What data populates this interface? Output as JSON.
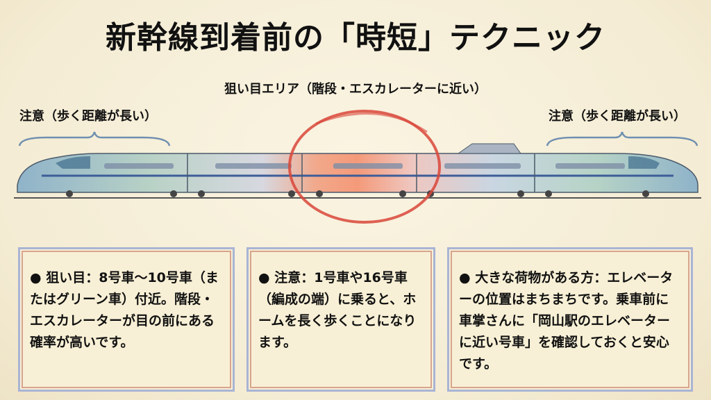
{
  "title": "新幹線到着前の「時短」テクニック",
  "diagram": {
    "target_label": "狙い目エリア（階段・エスカレーターに近い）",
    "warning_left": "注意（歩く距離が長い）",
    "warning_right": "注意（歩く距離が長い）",
    "highlight_color": "#d9463a",
    "train_color": "#7fa3c8"
  },
  "cards": [
    {
      "bullet": "●",
      "text": "狙い目：8号車〜10号車（またはグリーン車）付近。階段・エスカレーターが目の前にある確率が高いです。"
    },
    {
      "bullet": "●",
      "text": "注意：1号車や16号車（編成の端）に乗ると、ホームを長く歩くことになります。"
    },
    {
      "bullet": "●",
      "text": "大きな荷物がある方：エレベーターの位置はまちまちです。乗車前に車掌さんに「岡山駅のエレベーターに近い号車」を確認しておくと安心です。"
    }
  ]
}
